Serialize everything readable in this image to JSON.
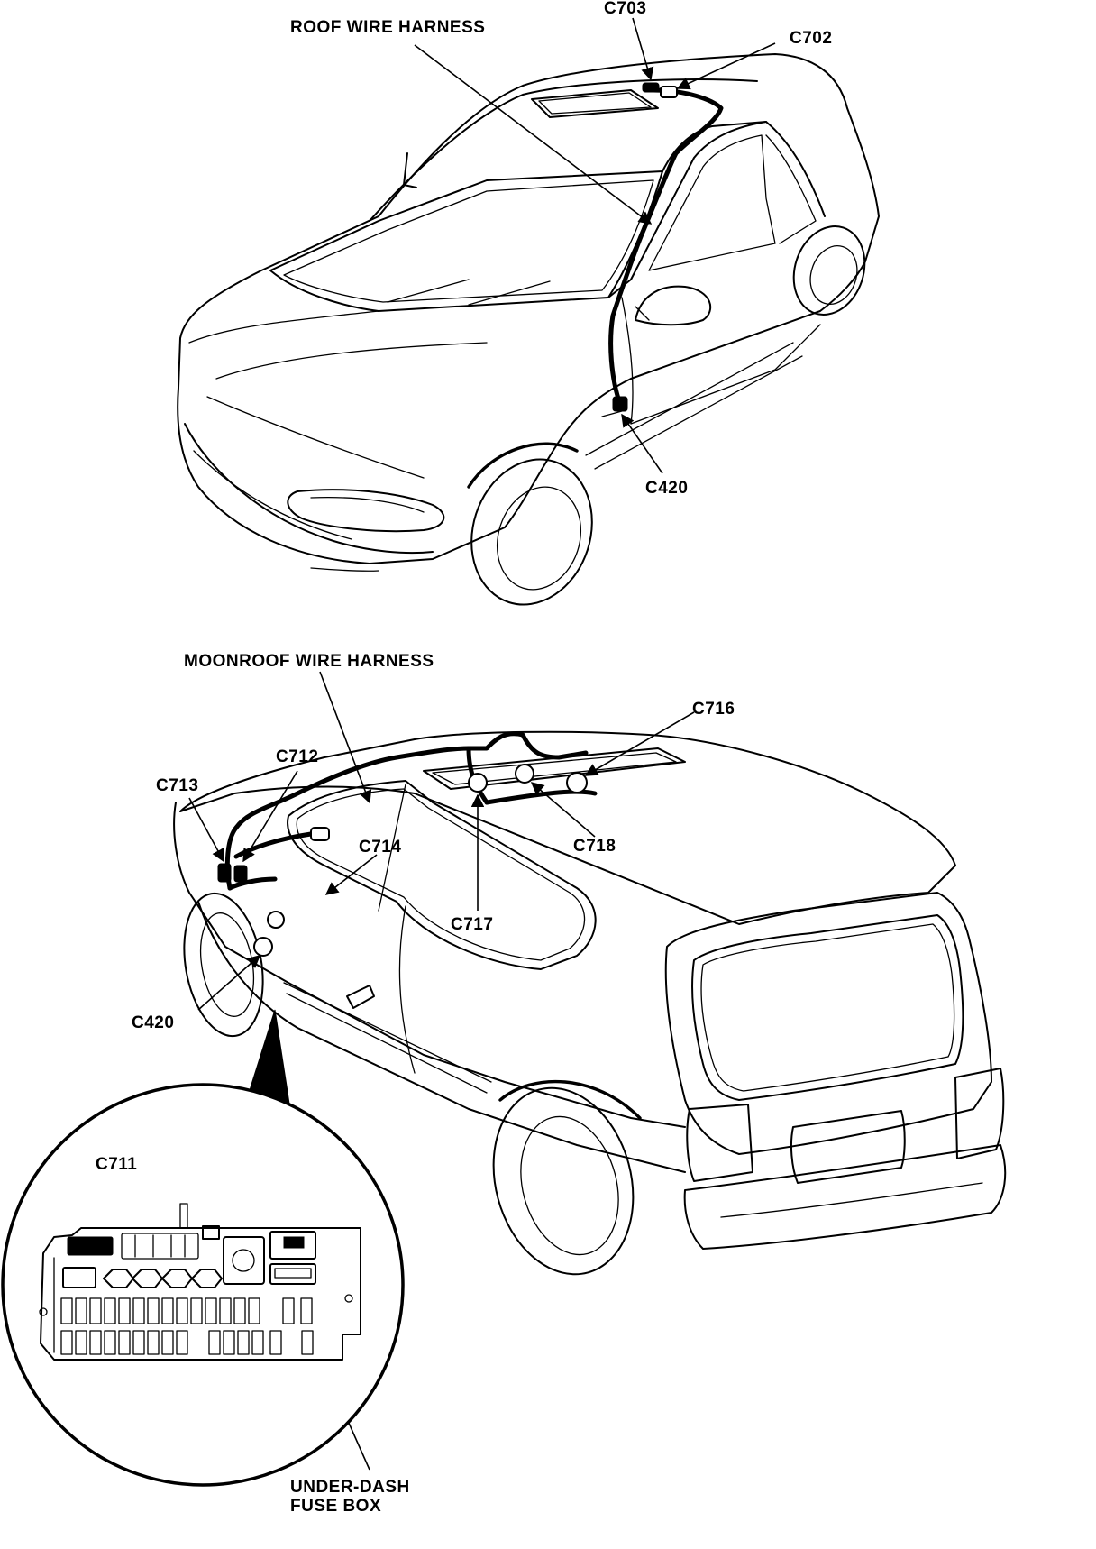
{
  "labels": {
    "roof_wire_harness": "ROOF WIRE HARNESS",
    "c703": "C703",
    "c702": "C702",
    "c420_top": "C420",
    "moonroof_wire_harness": "MOONROOF WIRE HARNESS",
    "c716": "C716",
    "c712": "C712",
    "c713": "C713",
    "c714": "C714",
    "c718": "C718",
    "c717": "C717",
    "c420_bottom": "C420",
    "c711": "C711",
    "fuse_box_line1": "UNDER-DASH",
    "fuse_box_line2": "FUSE BOX"
  },
  "colors": {
    "ink": "#000000",
    "paper": "#ffffff"
  }
}
